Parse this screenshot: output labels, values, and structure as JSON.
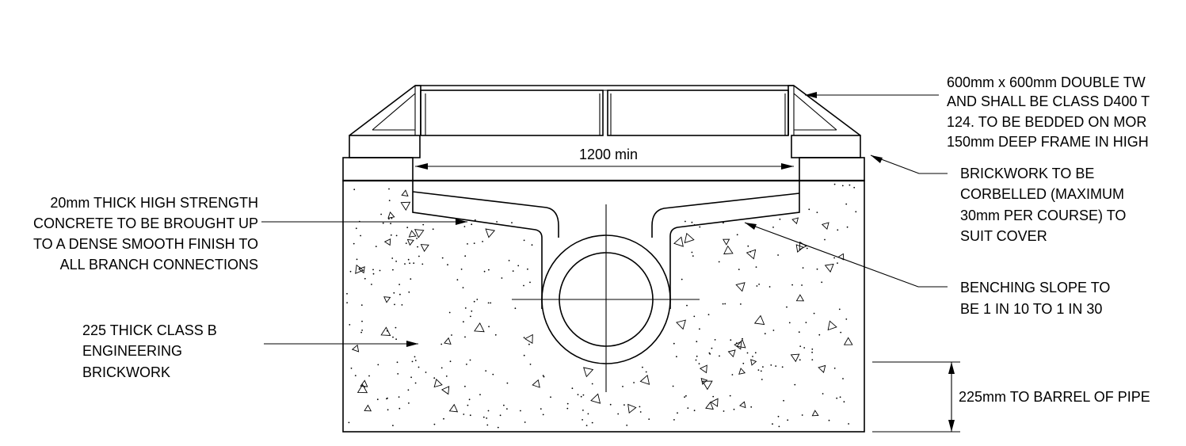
{
  "dimensions": {
    "chamber_width": "1200 min"
  },
  "annotations": {
    "cover": [
      "600mm x 600mm DOUBLE TW",
      "AND SHALL BE CLASS D400 T",
      "124. TO BE BEDDED ON MOR",
      "150mm DEEP FRAME IN HIGH"
    ],
    "brickwork_corbel": [
      "BRICKWORK TO BE",
      "CORBELLED (MAXIMUM",
      "30mm PER COURSE) TO",
      "SUIT COVER"
    ],
    "benching_slope": [
      "BENCHING SLOPE TO",
      "BE 1 IN 10 TO 1 IN 30"
    ],
    "pipe_depth": "225mm TO BARREL OF PIPE",
    "concrete_finish": [
      "20mm THICK HIGH STRENGTH",
      "CONCRETE TO BE BROUGHT UP",
      "TO A DENSE SMOOTH FINISH TO",
      "ALL BRANCH CONNECTIONS"
    ],
    "engineering_brickwork": [
      "225 THICK CLASS B",
      "ENGINEERING",
      "BRICKWORK"
    ]
  }
}
